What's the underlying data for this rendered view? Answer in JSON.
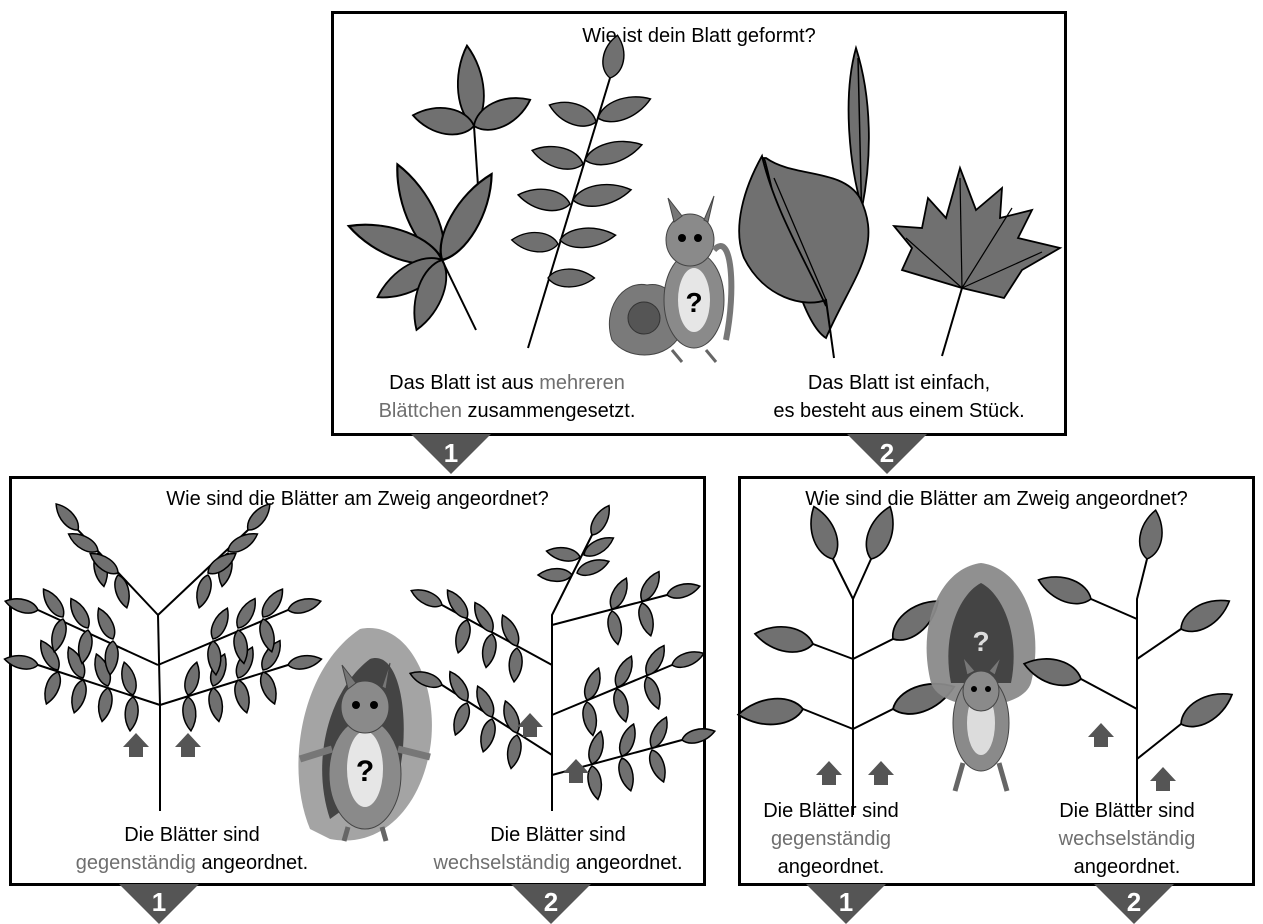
{
  "top": {
    "question": "Wie ist dein Blatt geformt?",
    "answer1": {
      "pre": "Das Blatt ist aus ",
      "hl": "mehreren",
      "hl2": "Blättchen",
      "post": " zusammengesetzt."
    },
    "answer2": {
      "line1": "Das Blatt ist einfach,",
      "line2": "es besteht aus einem Stück."
    },
    "branch1": "1",
    "branch2": "2"
  },
  "left": {
    "question": "Wie sind die Blätter am Zweig angeordnet?",
    "answer1": {
      "line1": "Die Blätter sind",
      "hl": "gegenständig",
      "post": " angeordnet."
    },
    "answer2": {
      "line1": "Die Blätter sind",
      "hl": "wechselständig",
      "post": " angeordnet."
    },
    "branch1": "1",
    "branch2": "2"
  },
  "right": {
    "question": "Wie sind die Blätter am Zweig angeordnet?",
    "answer1": {
      "line1": "Die Blätter sind",
      "hl": "gegenständig",
      "line3": "angeordnet."
    },
    "answer2": {
      "line1": "Die Blätter sind",
      "hl": "wechselständig",
      "line3": "angeordnet."
    },
    "branch1": "1",
    "branch2": "2"
  },
  "squirrel_mark": "?",
  "colors": {
    "leaf": "#707070",
    "leaf_dark": "#5a5a5a",
    "fur": "#8a8a8a",
    "arrow": "#555555",
    "highlight": "#6f6f6f"
  }
}
